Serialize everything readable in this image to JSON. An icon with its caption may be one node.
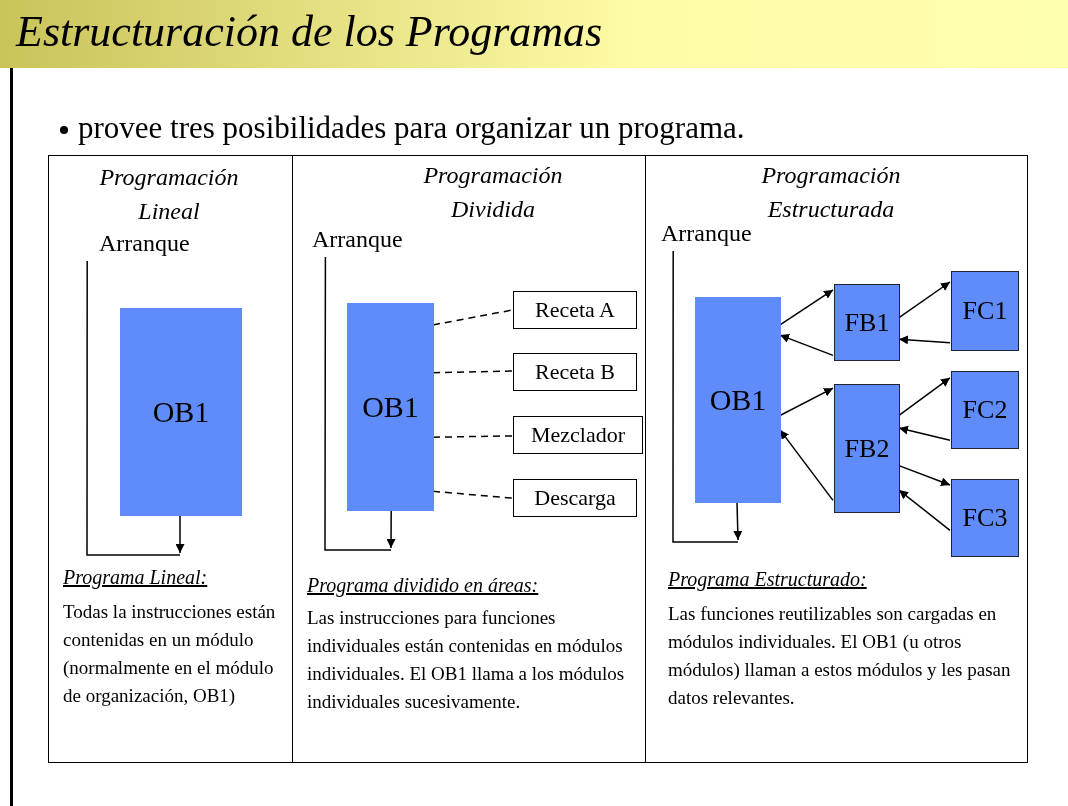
{
  "diagram": {
    "title": "Estructuración de los Programas",
    "nodes": [
      {
        "text": [
          "Programación Lineal",
          "Programa Lineal:",
          "Todas la instrucciones están contenidas en un módulo (normalmente en el módulo de organización, OB1)"
        ]
      },
      {
        "text": [
          "Arranque"
        ],
        "in": 0
      },
      {
        "text": [
          "OB1"
        ],
        "in": 0
      },
      {
        "text": [
          "Programación Dividida",
          "Programa dividido en áreas:",
          "Las instrucciones para funciones individuales están contenidas en módulos individuales. El OB1 llama a los módulos individuales sucesivamente."
        ]
      },
      {
        "text": [
          "Arranque"
        ],
        "in": 3
      },
      {
        "text": [
          "OB1"
        ],
        "in": 3
      },
      {
        "text": [
          "Receta A"
        ],
        "in": 3
      },
      {
        "text": [
          "Receta B"
        ],
        "in": 3
      },
      {
        "text": [
          "Mezclador"
        ],
        "in": 3
      },
      {
        "text": [
          "Descarga"
        ],
        "in": 3
      },
      {
        "text": [
          "Programación Estructurada",
          "Programa Estructurado:",
          "Las funciones reutilizables son cargadas en módulos individuales. El OB1 (u otros módulos) llaman a estos módulos y les pasan datos relevantes."
        ]
      },
      {
        "text": [
          "Arranque"
        ],
        "in": 10
      },
      {
        "text": [
          "OB1"
        ],
        "in": 10
      },
      {
        "text": [
          "FB1"
        ],
        "in": 10
      },
      {
        "text": [
          "FB2"
        ],
        "in": 10
      },
      {
        "text": [
          "FC1"
        ],
        "in": 10
      },
      {
        "text": [
          "FC2"
        ],
        "in": 10
      },
      {
        "text": [
          "FC3"
        ],
        "in": 10
      }
    ],
    "edges": [
      {
        "from": 2,
        "to": null,
        "arrow": "to"
      },
      {
        "from": 1,
        "to": null,
        "arrow": "none"
      },
      {
        "from": 5,
        "to": null,
        "arrow": "to"
      },
      {
        "from": 4,
        "to": null,
        "arrow": "none"
      },
      {
        "from": 12,
        "to": null,
        "arrow": "to"
      },
      {
        "from": 11,
        "to": null,
        "arrow": "none"
      },
      {
        "from": 5,
        "to": 6,
        "arrow": "none",
        "style": "dashed"
      },
      {
        "from": 5,
        "to": 7,
        "arrow": "none",
        "style": "dashed"
      },
      {
        "from": 5,
        "to": 8,
        "arrow": "none",
        "style": "dashed"
      },
      {
        "from": 5,
        "to": 9,
        "arrow": "none",
        "style": "dashed"
      },
      {
        "from": 12,
        "to": 13,
        "arrow": "to"
      },
      {
        "from": 13,
        "to": 12,
        "arrow": "to"
      },
      {
        "from": 12,
        "to": 14,
        "arrow": "to"
      },
      {
        "from": 14,
        "to": 12,
        "arrow": "to"
      },
      {
        "from": 13,
        "to": 15,
        "arrow": "to"
      },
      {
        "from": 15,
        "to": 13,
        "arrow": "to"
      },
      {
        "from": 14,
        "to": 16,
        "arrow": "to"
      },
      {
        "from": 16,
        "to": 14,
        "arrow": "to"
      },
      {
        "from": 14,
        "to": 17,
        "arrow": "to"
      },
      {
        "from": 17,
        "to": 14,
        "arrow": "to"
      }
    ],
    "labels": [
      "provee tres posibilidades para organizar un programa."
    ]
  }
}
